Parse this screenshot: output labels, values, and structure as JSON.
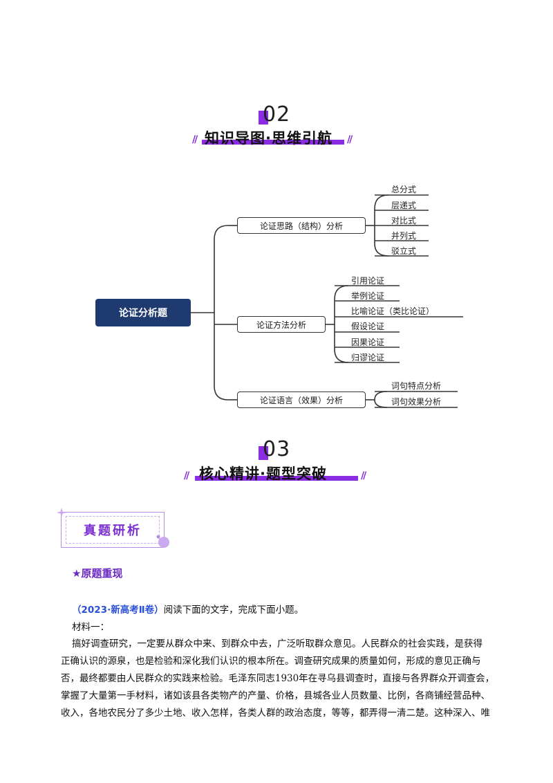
{
  "sections": [
    {
      "number": "02",
      "title": "知识导图·思维引航"
    },
    {
      "number": "03",
      "title": "核心精讲·题型突破"
    }
  ],
  "mindmap": {
    "root": "论证分析题",
    "branches": [
      {
        "label": "论证思路（结构）分析",
        "leaves": [
          "总分式",
          "层递式",
          "对比式",
          "并列式",
          "驳立式"
        ]
      },
      {
        "label": "论证方法分析",
        "leaves": [
          "引用论证",
          "举例论证",
          "比喻论证（类比论证）",
          "假设论证",
          "因果论证",
          "归谬论证"
        ]
      },
      {
        "label": "论证语言（效果）分析",
        "leaves": [
          "词句特点分析",
          "词句效果分析"
        ]
      }
    ]
  },
  "badge": "真题研析",
  "subheading": "★原题重现",
  "question": {
    "source": "（2023·新高考Ⅱ卷）",
    "instruction": "阅读下面的文字，完成下面小题。",
    "material_label": "材料一：",
    "lines": [
      "搞好调查研究，一定要从群众中来、到群众中去，广泛听取群众意见。人民群众的社会实践，是获得",
      "正确认识的源泉，也是检验和深化我们认识的根本所在。调查研究成果的质量如何，形成的意见正确与",
      "否，最终都要由人民群众的实践来检验。毛泽东同志1930年在寻乌县调查时，直接与各界群众开调查会，",
      "掌握了大量第一手材料，诸如该县各类物产的产量、价格，县城各业人员数量、比例，各商铺经营品种、",
      "收入，各地农民分了多少土地、收入怎样，各类人群的政治态度，等等，都弄得一清二楚。这种深入、唯"
    ]
  },
  "colors": {
    "accent": "#8b2be2",
    "root": "#1f3a6e",
    "source": "#2a4fd8"
  }
}
